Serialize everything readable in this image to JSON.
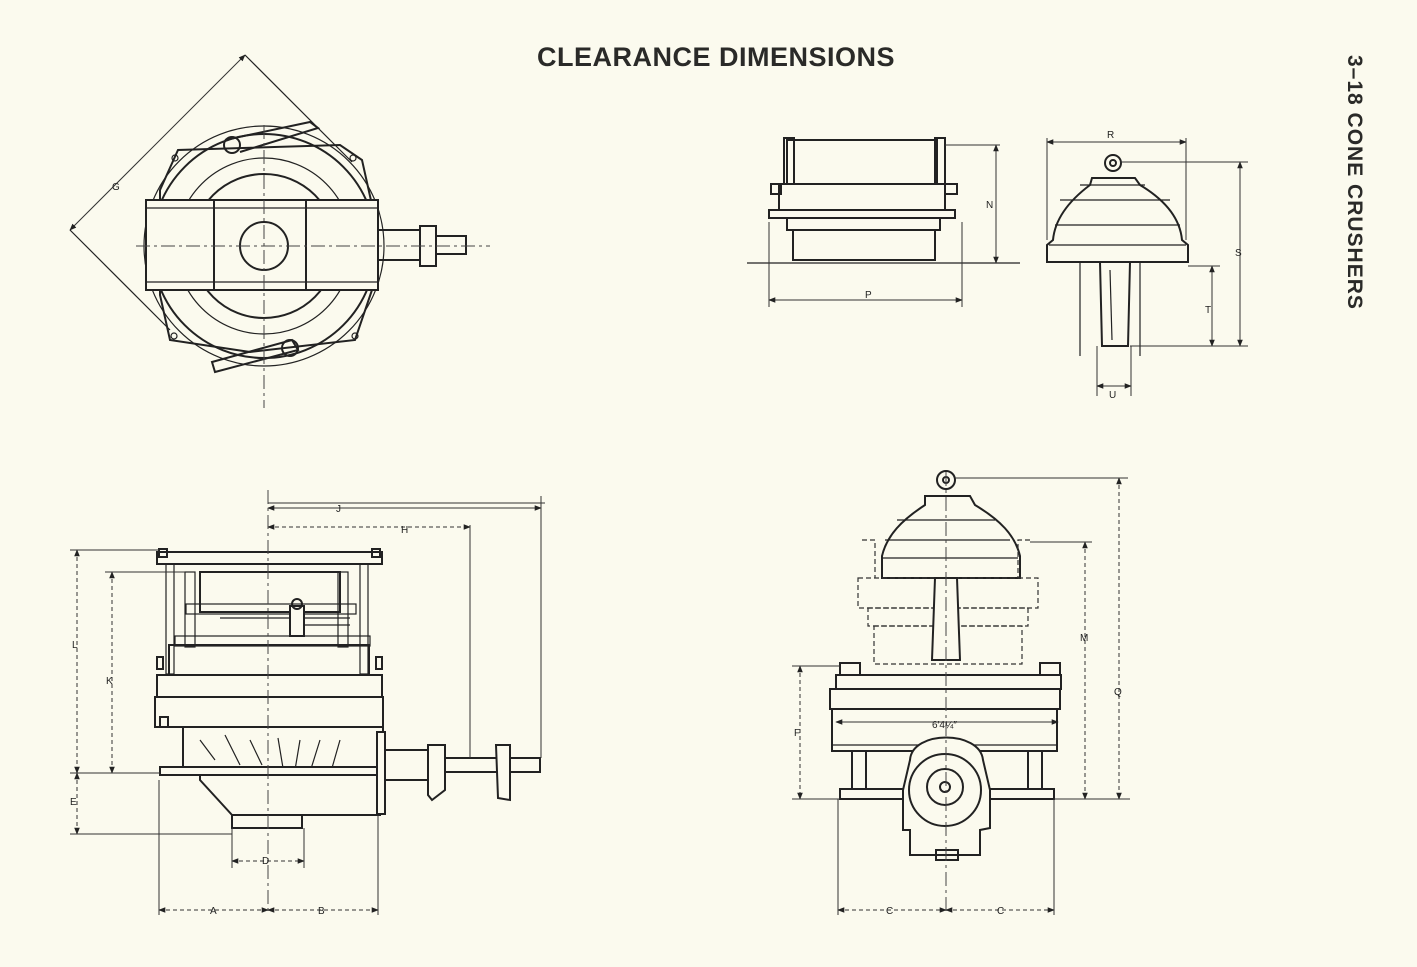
{
  "title": "CLEARANCE DIMENSIONS",
  "side_label": "3–18 CONE CRUSHERS",
  "dimension_labels": {
    "a": "A",
    "b": "B",
    "c": "C",
    "d": "D",
    "e": "E",
    "f": "F",
    "g": "G",
    "h": "H",
    "j": "J",
    "k": "K",
    "l": "L",
    "m": "M",
    "n": "N",
    "p": "P",
    "q": "Q",
    "r": "R",
    "s": "S",
    "t": "T",
    "u": "U"
  },
  "annotations": {
    "width_6_4": "6′4¼″"
  }
}
